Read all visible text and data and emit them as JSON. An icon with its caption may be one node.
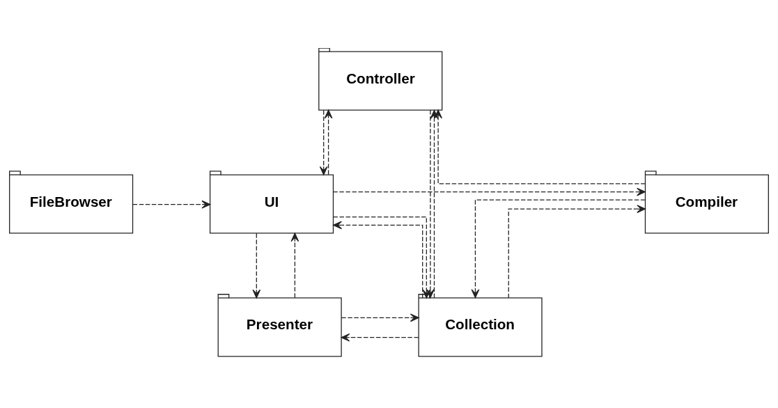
{
  "diagram": {
    "nodes": [
      {
        "text": [
          "Controller"
        ]
      },
      {
        "text": [
          "FileBrowser"
        ]
      },
      {
        "text": [
          "UI"
        ]
      },
      {
        "text": [
          "Compiler"
        ]
      },
      {
        "text": [
          "Presenter"
        ]
      },
      {
        "text": [
          "Collection"
        ]
      }
    ],
    "edges": [
      {
        "from": 0,
        "to": 2,
        "arrow": "to",
        "style": "dashed"
      },
      {
        "from": 2,
        "to": 0,
        "arrow": "to",
        "style": "dashed"
      },
      {
        "from": 1,
        "to": 2,
        "arrow": "to",
        "style": "dashed"
      },
      {
        "from": 2,
        "to": 3,
        "arrow": "to",
        "style": "dashed"
      },
      {
        "from": 2,
        "to": 5,
        "arrow": "to",
        "style": "dashed"
      },
      {
        "from": 5,
        "to": 2,
        "arrow": "to",
        "style": "dashed"
      },
      {
        "from": 3,
        "to": 0,
        "arrow": "to",
        "style": "dashed"
      },
      {
        "from": 5,
        "to": 3,
        "arrow": "to",
        "style": "dashed"
      },
      {
        "from": 3,
        "to": 5,
        "arrow": "to",
        "style": "dashed"
      },
      {
        "from": 0,
        "to": 5,
        "arrow": "to",
        "style": "dashed"
      },
      {
        "from": 5,
        "to": 0,
        "arrow": "to",
        "style": "dashed"
      },
      {
        "from": 2,
        "to": 4,
        "arrow": "to",
        "style": "dashed"
      },
      {
        "from": 4,
        "to": 2,
        "arrow": "to",
        "style": "dashed"
      },
      {
        "from": 5,
        "to": 4,
        "arrow": "to",
        "style": "dashed"
      },
      {
        "from": 4,
        "to": 5,
        "arrow": "to",
        "style": "dashed"
      }
    ]
  }
}
